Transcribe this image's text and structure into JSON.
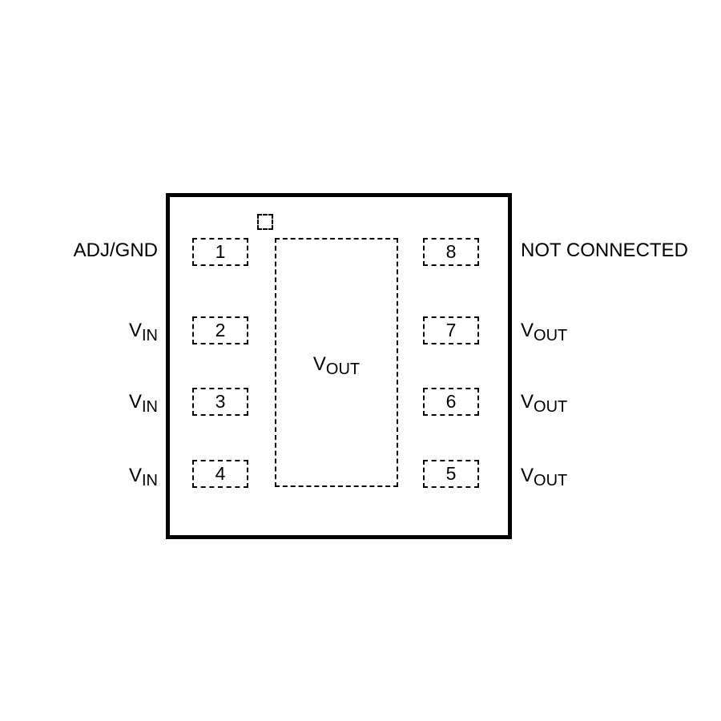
{
  "package": {
    "pad_label_main": "V",
    "pad_label_sub": "OUT"
  },
  "pins": {
    "p1": "1",
    "p2": "2",
    "p3": "3",
    "p4": "4",
    "p5": "5",
    "p6": "6",
    "p7": "7",
    "p8": "8"
  },
  "signals": {
    "pin1": "ADJ/GND",
    "pin2": {
      "main": "V",
      "sub": "IN"
    },
    "pin3": {
      "main": "V",
      "sub": "IN"
    },
    "pin4": {
      "main": "V",
      "sub": "IN"
    },
    "pin5": {
      "main": "V",
      "sub": "OUT"
    },
    "pin6": {
      "main": "V",
      "sub": "OUT"
    },
    "pin7": {
      "main": "V",
      "sub": "OUT"
    },
    "pin8": "NOT CONNECTED"
  }
}
